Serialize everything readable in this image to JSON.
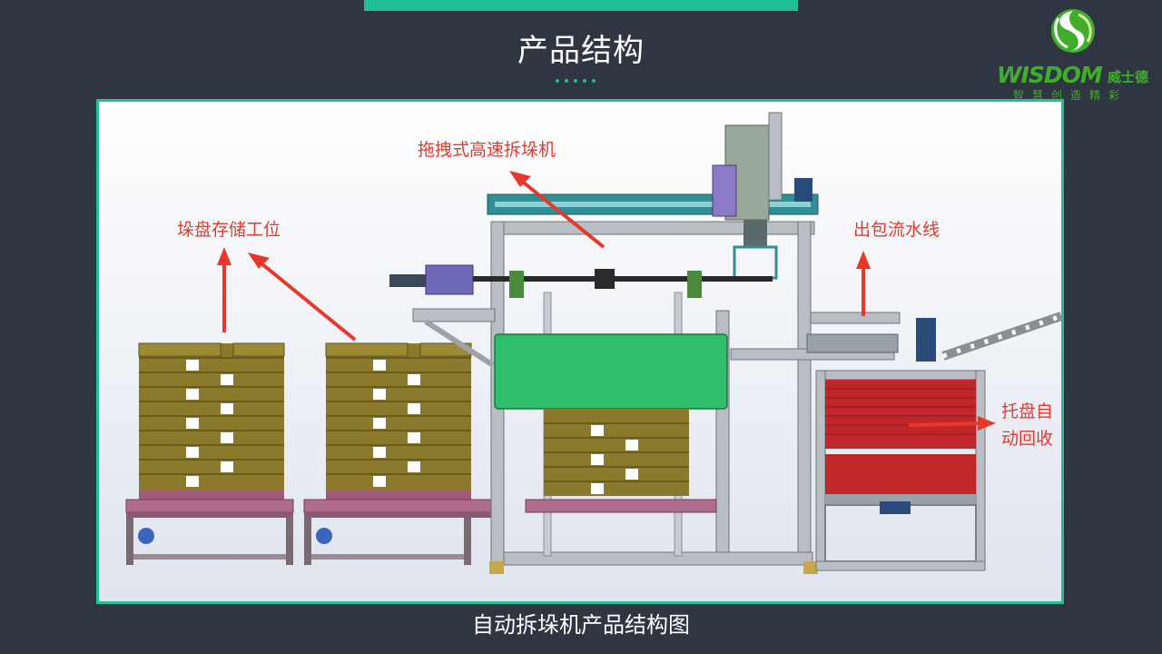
{
  "slide": {
    "title": "产品结构",
    "caption": "自动拆垛机产品结构图"
  },
  "logo": {
    "word": "WISDOM",
    "chinese_name": "威士德",
    "slogan": "智慧创造精彩"
  },
  "diagram": {
    "labels": {
      "depalletizer": "拖拽式高速拆垛机",
      "pallet_storage": "垛盘存储工位",
      "outfeed_line": "出包流水线",
      "pallet_recovery_line1": "托盘自",
      "pallet_recovery_line2": "动回收"
    }
  },
  "colors": {
    "background": "#2f3642",
    "accent": "#1fbf9a",
    "label_red": "#e8372d",
    "brand_green": "#3fae2a"
  }
}
